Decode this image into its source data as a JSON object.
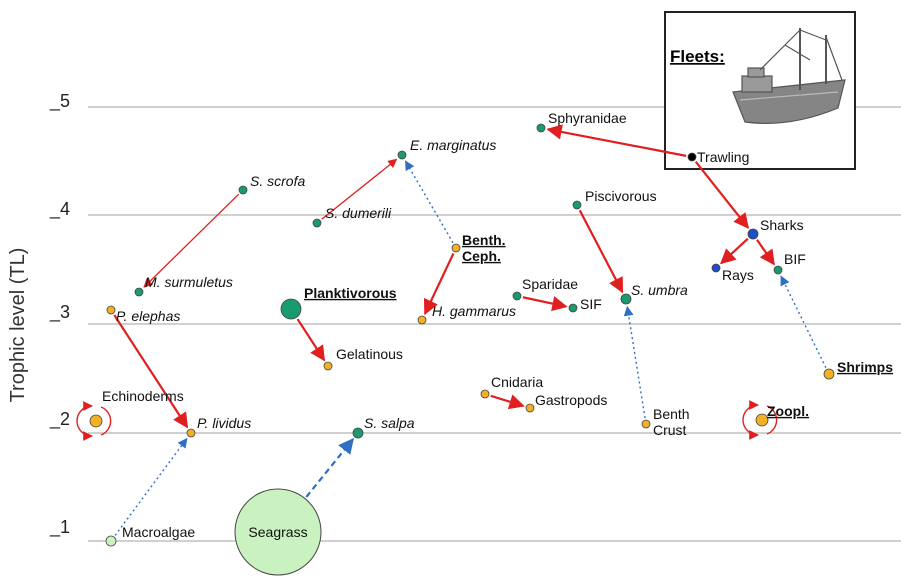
{
  "axis": {
    "ylabel": "Trophic level (TL)",
    "ticks": [
      "_5",
      "_4",
      "_3",
      "_2",
      "_1"
    ]
  },
  "colors": {
    "green": "#1a9a6f",
    "orange": "#f2b027",
    "blue": "#1f4fc4",
    "light_green": "#c9f2c0",
    "black": "#000000",
    "red_arrow": "#e02020",
    "blue_arrow": "#2f6fc4",
    "grid": "#b4b4b4"
  },
  "fleets": {
    "title": "Fleets:",
    "icon": "fishing-boat-icon"
  },
  "nodes": [
    {
      "id": "sphyranidae",
      "label": "Sphyranidae",
      "italic": false,
      "bold": false,
      "color": "green"
    },
    {
      "id": "trawling",
      "label": "Trawling",
      "italic": false,
      "bold": false,
      "color": "black"
    },
    {
      "id": "e-marginatus",
      "label": "E. marginatus",
      "italic": true,
      "bold": false,
      "color": "green"
    },
    {
      "id": "s-scrofa",
      "label": "S. scrofa",
      "italic": true,
      "bold": false,
      "color": "green"
    },
    {
      "id": "s-dumerili",
      "label": "S. dumerili",
      "italic": true,
      "bold": false,
      "color": "green"
    },
    {
      "id": "piscivorous",
      "label": "Piscivorous",
      "italic": false,
      "bold": false,
      "color": "green"
    },
    {
      "id": "sharks",
      "label": "Sharks",
      "italic": false,
      "bold": false,
      "color": "blue"
    },
    {
      "id": "benth-ceph",
      "label": "Benth.\nCeph.",
      "italic": false,
      "bold": true,
      "underline": true,
      "color": "orange"
    },
    {
      "id": "rays",
      "label": "Rays",
      "italic": false,
      "bold": false,
      "color": "blue"
    },
    {
      "id": "bif",
      "label": "BIF",
      "italic": false,
      "bold": false,
      "color": "green"
    },
    {
      "id": "m-surmuletus",
      "label": "M. surmuletus",
      "italic": true,
      "bold": false,
      "color": "green"
    },
    {
      "id": "planktivorous",
      "label": "Planktivorous",
      "italic": false,
      "bold": true,
      "underline": true,
      "color": "green"
    },
    {
      "id": "sparidae",
      "label": "Sparidae",
      "italic": false,
      "bold": false,
      "color": "green"
    },
    {
      "id": "s-umbra",
      "label": "S. umbra",
      "italic": true,
      "bold": false,
      "color": "green"
    },
    {
      "id": "p-elephas",
      "label": "P. elephas",
      "italic": true,
      "bold": false,
      "color": "orange"
    },
    {
      "id": "h-gammarus",
      "label": "H. gammarus",
      "italic": true,
      "bold": false,
      "color": "orange"
    },
    {
      "id": "sif",
      "label": "SIF",
      "italic": false,
      "bold": false,
      "color": "green"
    },
    {
      "id": "gelatinous",
      "label": "Gelatinous",
      "italic": false,
      "bold": false,
      "color": "orange"
    },
    {
      "id": "shrimps",
      "label": "Shrimps",
      "italic": false,
      "bold": true,
      "underline": true,
      "color": "orange"
    },
    {
      "id": "echinoderms",
      "label": "Echinoderms",
      "italic": false,
      "bold": false,
      "color": "orange"
    },
    {
      "id": "cnidaria",
      "label": "Cnidaria",
      "italic": false,
      "bold": false,
      "color": "orange"
    },
    {
      "id": "gastropods",
      "label": "Gastropods",
      "italic": false,
      "bold": false,
      "color": "orange"
    },
    {
      "id": "benth-crust",
      "label": "Benth\nCrust",
      "italic": false,
      "bold": false,
      "color": "orange"
    },
    {
      "id": "zoopl",
      "label": "Zoopl.",
      "italic": false,
      "bold": true,
      "underline": true,
      "color": "orange"
    },
    {
      "id": "p-lividus",
      "label": "P. lividus",
      "italic": true,
      "bold": false,
      "color": "orange"
    },
    {
      "id": "s-salpa",
      "label": "S. salpa",
      "italic": true,
      "bold": false,
      "color": "green"
    },
    {
      "id": "macroalgae",
      "label": "Macroalgae",
      "italic": false,
      "bold": false,
      "color": "light_green"
    },
    {
      "id": "seagrass",
      "label": "Seagrass",
      "italic": false,
      "bold": false,
      "color": "light_green"
    }
  ],
  "links": [
    {
      "from": "trawling",
      "to": "sphyranidae",
      "style": "red"
    },
    {
      "from": "trawling",
      "to": "sharks",
      "style": "red"
    },
    {
      "from": "s-dumerili",
      "to": "e-marginatus",
      "style": "red-thin"
    },
    {
      "from": "benth-ceph",
      "to": "e-marginatus",
      "style": "blue-dotted"
    },
    {
      "from": "s-scrofa",
      "to": "m-surmuletus",
      "style": "red-thin"
    },
    {
      "from": "benth-ceph",
      "to": "h-gammarus",
      "style": "red"
    },
    {
      "from": "piscivorous",
      "to": "s-umbra",
      "style": "red"
    },
    {
      "from": "sharks",
      "to": "rays",
      "style": "red"
    },
    {
      "from": "sharks",
      "to": "bif",
      "style": "red"
    },
    {
      "from": "shrimps",
      "to": "bif",
      "style": "blue-dotted"
    },
    {
      "from": "sparidae",
      "to": "sif",
      "style": "red"
    },
    {
      "from": "benth-crust",
      "to": "s-umbra",
      "style": "blue-dotted"
    },
    {
      "from": "planktivorous",
      "to": "gelatinous",
      "style": "red"
    },
    {
      "from": "p-elephas",
      "to": "p-lividus",
      "style": "red"
    },
    {
      "from": "cnidaria",
      "to": "gastropods",
      "style": "red"
    },
    {
      "from": "macroalgae",
      "to": "p-lividus",
      "style": "blue-dotted"
    },
    {
      "from": "seagrass",
      "to": "s-salpa",
      "style": "blue-dashed"
    }
  ],
  "self_loops": [
    "echinoderms",
    "zoopl"
  ]
}
